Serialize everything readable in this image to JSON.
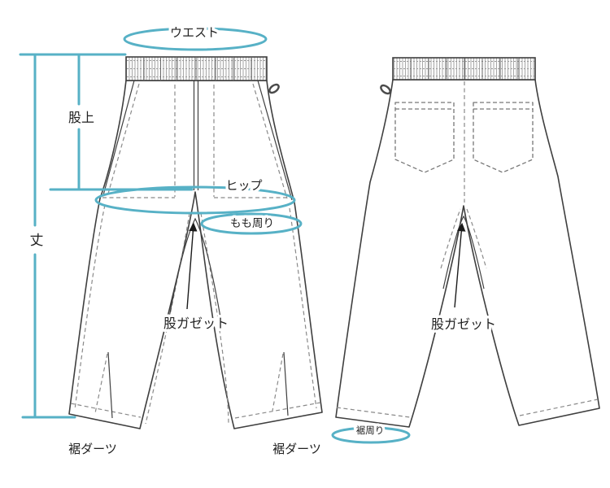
{
  "diagram": {
    "labels": {
      "waist": "ウエスト",
      "rise": "股上",
      "length": "丈",
      "hip": "ヒップ",
      "thigh": "もも周り",
      "crotch_gusset": "股ガゼット",
      "hem_dart": "裾ダーツ",
      "hem_circumference": "裾周り"
    },
    "colors": {
      "measurement_accent": "#57b1c6",
      "outline": "#3f3f3f",
      "dashed_line": "#8a8a8a",
      "text": "#222222",
      "background": "#ffffff"
    }
  }
}
